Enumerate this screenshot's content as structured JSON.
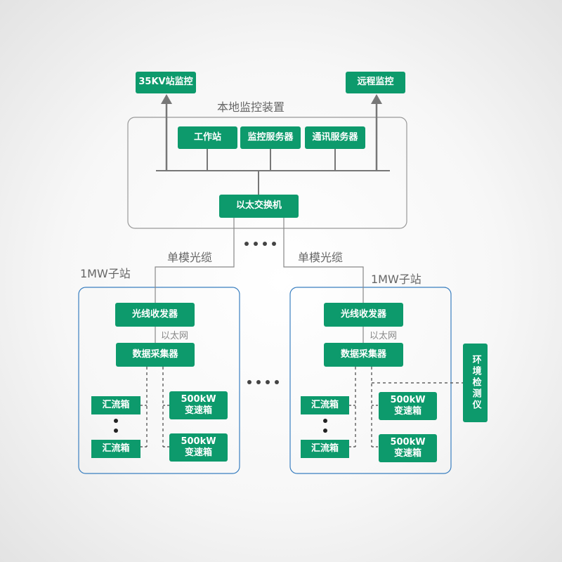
{
  "top": {
    "station_35kv": "35KV站监控",
    "remote": "远程监控"
  },
  "local": {
    "title": "本地监控装置",
    "workstation": "工作站",
    "monitor_server": "监控服务器",
    "comm_server": "通讯服务器",
    "switch": "以太交换机"
  },
  "fiber_left": "单模光缆",
  "fiber_right": "单模光缆",
  "substation_left": {
    "title": "1MW子站",
    "transceiver": "光线收发器",
    "ethernet": "以太网",
    "collector": "数据采集器",
    "combiner_1": "汇流箱",
    "combiner_2": "汇流箱",
    "inverter_1": "500kW\n变速箱",
    "inverter_2": "500kW\n变速箱"
  },
  "substation_right": {
    "title": "1MW子站",
    "transceiver": "光线收发器",
    "ethernet": "以太网",
    "collector": "数据采集器",
    "combiner_1": "汇流箱",
    "combiner_2": "汇流箱",
    "inverter_1": "500kW\n变速箱",
    "inverter_2": "500kW\n变速箱"
  },
  "env_monitor": "环境检测仪",
  "colors": {
    "box": "#0d9a6c",
    "frame_local": "#999999",
    "frame_sub": "#3a7fc0",
    "line": "#777777"
  }
}
